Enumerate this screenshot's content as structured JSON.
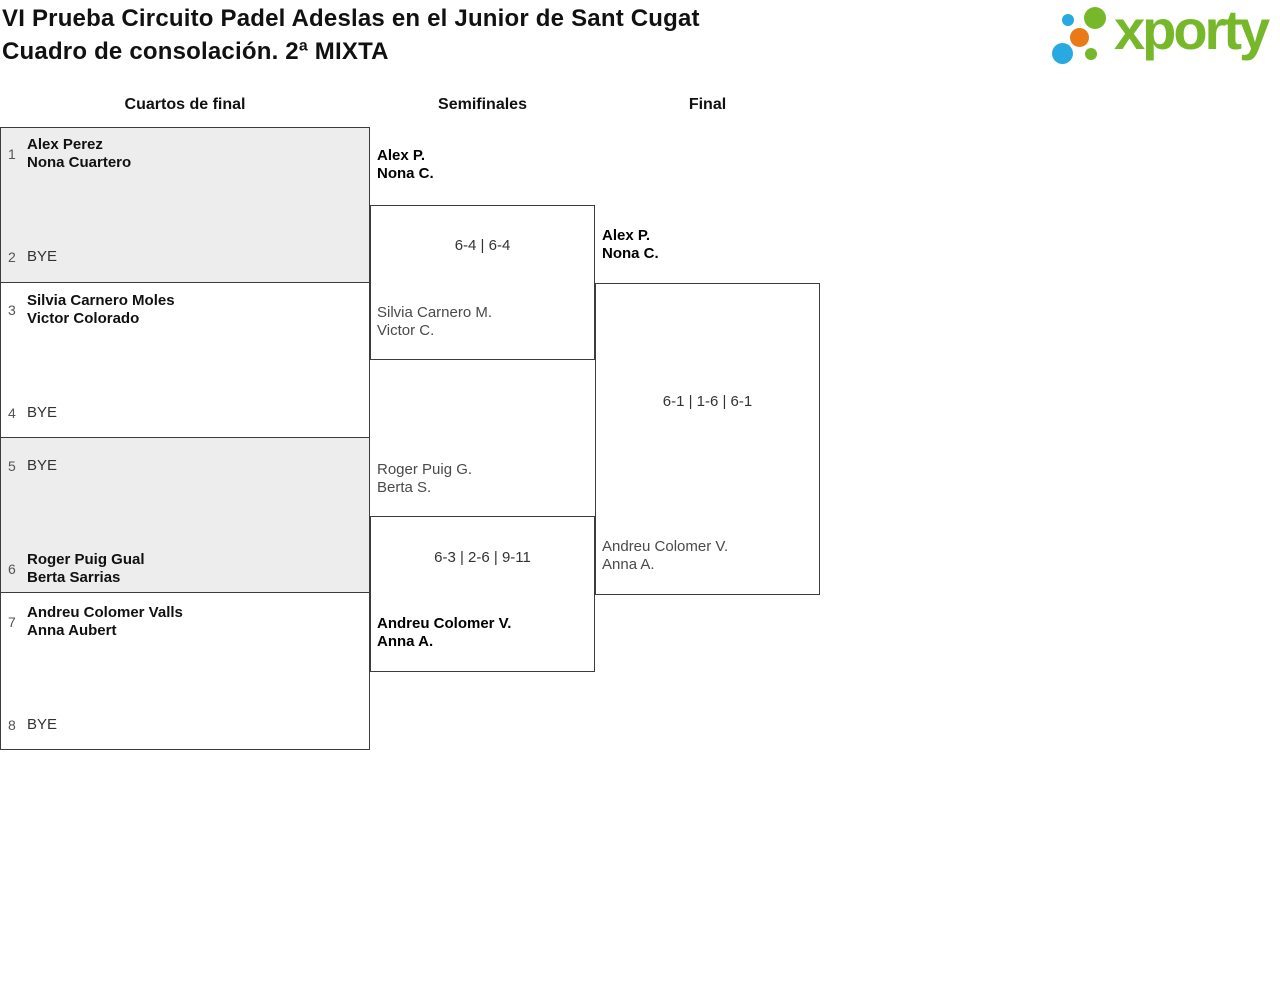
{
  "header": {
    "title_line1": "VI Prueba Circuito Padel Adeslas en el Junior de Sant Cugat",
    "title_line2": "Cuadro de consolación. 2ª MIXTA",
    "logo": {
      "text": "xporty",
      "green": "#76b82a",
      "blue": "#29a9e1",
      "orange": "#e87a17"
    }
  },
  "columns": [
    {
      "label": "Cuartos de final"
    },
    {
      "label": "Semifinales"
    },
    {
      "label": "Final"
    }
  ],
  "colors": {
    "box_border": "#3c3c3c",
    "box_shaded_fill": "#ededed",
    "winner_text": "#000000",
    "loser_text": "#4a4a4a"
  },
  "quarterfinals": [
    {
      "top": {
        "seed": "1",
        "line1": "Alex Perez",
        "line2": "Nona Cuartero"
      },
      "bottom": {
        "seed": "2",
        "bye": "BYE"
      }
    },
    {
      "top": {
        "seed": "3",
        "line1": "Silvia Carnero Moles",
        "line2": "Victor Colorado"
      },
      "bottom": {
        "seed": "4",
        "bye": "BYE"
      }
    },
    {
      "top": {
        "seed": "5",
        "bye": "BYE"
      },
      "bottom": {
        "seed": "6",
        "line1": "Roger Puig Gual",
        "line2": "Berta Sarrias"
      }
    },
    {
      "top": {
        "seed": "7",
        "line1": "Andreu Colomer Valls",
        "line2": "Anna Aubert"
      },
      "bottom": {
        "seed": "8",
        "bye": "BYE"
      }
    }
  ],
  "semifinals": [
    {
      "top": {
        "line1": "Alex P.",
        "line2": "Nona C."
      },
      "bottom": {
        "line1": "Silvia Carnero M.",
        "line2": "Victor C."
      },
      "score": "6-4 | 6-4"
    },
    {
      "top": {
        "line1": "Roger Puig G.",
        "line2": "Berta S."
      },
      "bottom": {
        "line1": "Andreu Colomer V.",
        "line2": "Anna A."
      },
      "score": "6-3 | 2-6 | 9-11"
    }
  ],
  "final": {
    "top": {
      "line1": "Alex P.",
      "line2": "Nona C."
    },
    "bottom": {
      "line1": "Andreu Colomer V.",
      "line2": "Anna A."
    },
    "score": "6-1 | 1-6 | 6-1"
  }
}
